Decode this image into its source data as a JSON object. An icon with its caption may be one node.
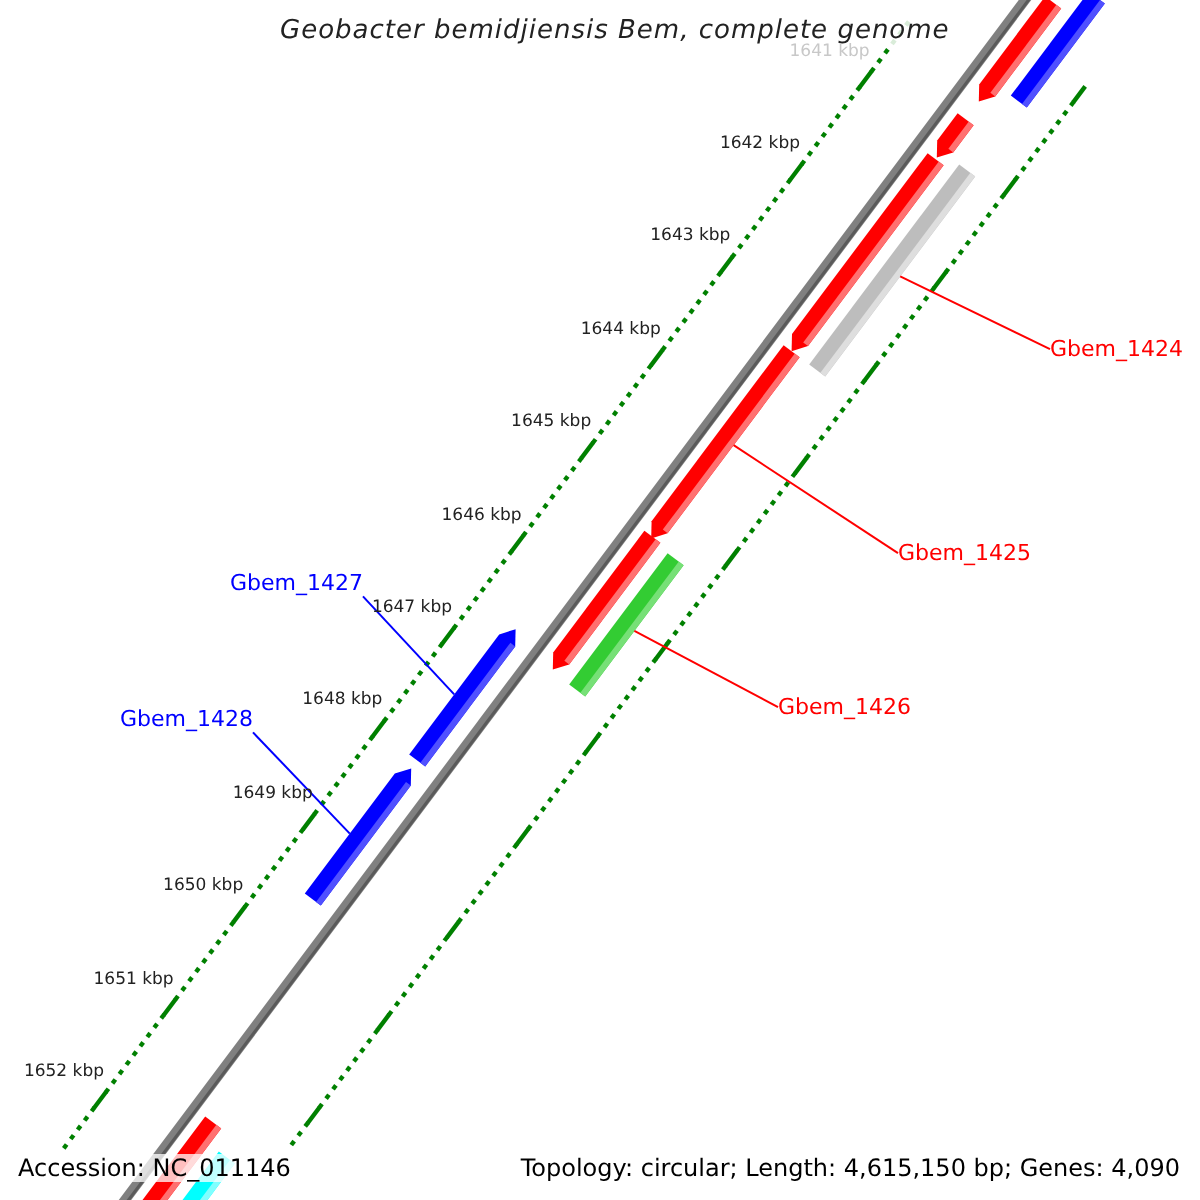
{
  "diagram": {
    "title": "Geobacter bemidjiensis Bem, complete genome",
    "nodes": [
      {
        "text": [
          "Gbem_1424"
        ]
      },
      {
        "text": [
          "Gbem_1425"
        ]
      },
      {
        "text": [
          "Gbem_1426"
        ]
      },
      {
        "text": [
          "Gbem_1427"
        ]
      },
      {
        "text": [
          "Gbem_1428"
        ]
      },
      {
        "text": [],
        "shape": "bar"
      },
      {
        "text": [],
        "shape": "bar"
      },
      {
        "text": [],
        "shape": "bar"
      },
      {
        "text": [],
        "shape": "bar"
      },
      {
        "text": [],
        "shape": "bar"
      }
    ],
    "edges": [
      {
        "from": 0,
        "to": 5,
        "arrow": "none"
      },
      {
        "from": 1,
        "to": 6,
        "arrow": "none"
      },
      {
        "from": 2,
        "to": 7,
        "arrow": "none"
      },
      {
        "from": 3,
        "to": 8,
        "arrow": "none",
        "color": "#0000ff"
      },
      {
        "from": 4,
        "to": 9,
        "arrow": "none",
        "color": "#0000ff"
      }
    ],
    "labels": [
      "1641 kbp",
      "1642 kbp",
      "1643 kbp",
      "1644 kbp",
      "1645 kbp",
      "1646 kbp",
      "1647 kbp",
      "1648 kbp",
      "1649 kbp",
      "1650 kbp",
      "1651 kbp",
      "1652 kbp",
      "Accession: NC_011146",
      "Topology: circular; Length: 4,615,150 bp; Genes: 4,090"
    ]
  }
}
